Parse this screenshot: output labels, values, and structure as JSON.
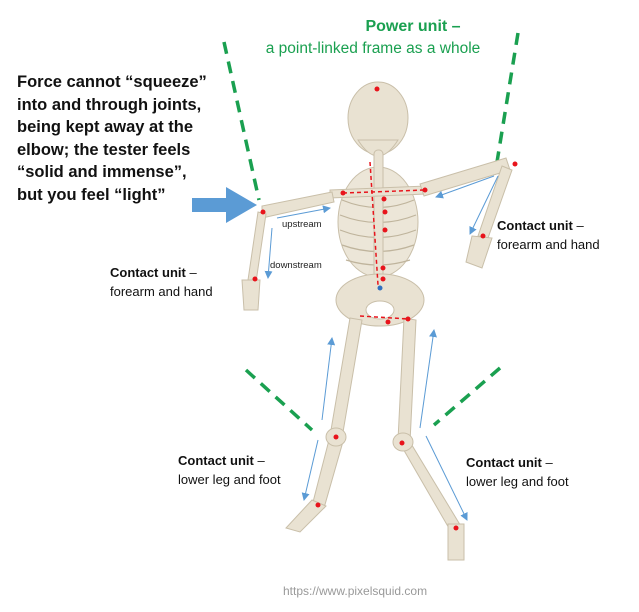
{
  "power_unit": {
    "title": "Power unit –",
    "subtitle": "a point-linked frame as a whole"
  },
  "force_note": "Force cannot “squeeze” into and through joints, being kept away at the elbow; the tester feels “solid and immense”, but you feel “light”",
  "labels": {
    "upstream": "upstream",
    "downstream": "downstream"
  },
  "contact_units": [
    {
      "title": "Contact unit",
      "dash": " –",
      "part": "forearm and hand"
    },
    {
      "title": "Contact unit",
      "dash": " –",
      "part": "forearm and hand"
    },
    {
      "title": "Contact unit",
      "dash": " –",
      "part": "lower leg and foot"
    },
    {
      "title": "Contact unit",
      "dash": " –",
      "part": "lower leg and foot"
    }
  ],
  "watermark": "https://www.pixelsquid.com",
  "colors": {
    "green": "#1aa050",
    "blue": "#5b9bd5",
    "red": "#e8141c",
    "bone": "#e9e2d2"
  }
}
